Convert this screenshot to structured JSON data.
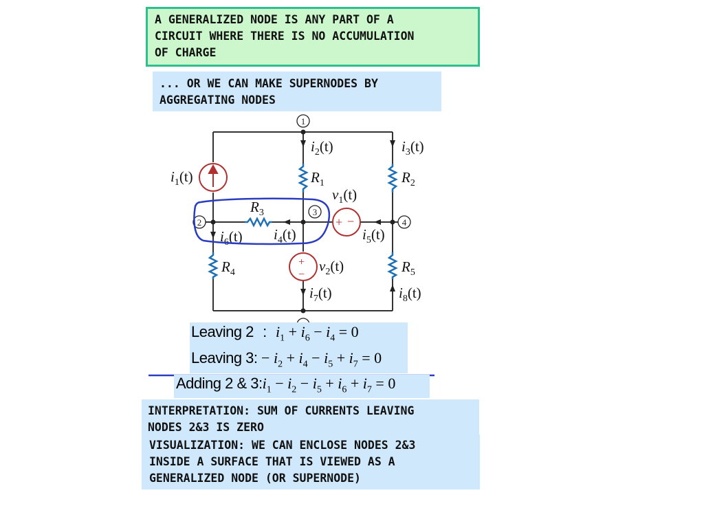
{
  "definition_text": "A GENERALIZED NODE IS ANY PART OF A\nCIRCUIT WHERE THERE IS NO ACCUMULATION\nOF CHARGE",
  "supernode_text": "... OR WE CAN MAKE SUPERNODES BY\nAGGREGATING NODES",
  "circuit": {
    "nodes": [
      "1",
      "2",
      "3",
      "4"
    ],
    "resistors": [
      "R",
      "R",
      "R",
      "R",
      "R"
    ],
    "resistor_subs": [
      "1",
      "2",
      "3",
      "4",
      "5"
    ],
    "currents": [
      "i",
      "i",
      "i",
      "i",
      "i",
      "i",
      "i",
      "i"
    ],
    "current_subs": [
      "1",
      "2",
      "3",
      "4",
      "5",
      "6",
      "7",
      "8"
    ],
    "voltages": [
      "v",
      "v"
    ],
    "voltage_subs": [
      "1",
      "2"
    ],
    "arg": "(t)"
  },
  "equations": {
    "leaving2_label": "Leaving 2",
    "leaving2_colon": ":",
    "leaving3_label": "Leaving 3",
    "leaving3_colon": ":",
    "adding_label": "Adding 2 & 3",
    "adding_colon": ":",
    "eq1": [
      "i",
      "1",
      " + ",
      "i",
      "6",
      " − ",
      "i",
      "4",
      " = 0"
    ],
    "eq2": [
      " − ",
      "i",
      "2",
      " + ",
      "i",
      "4",
      " − ",
      "i",
      "5",
      " + ",
      "i",
      "7",
      " = 0"
    ],
    "eq3": [
      "i",
      "1",
      " − ",
      "i",
      "2",
      " − ",
      "i",
      "5",
      " + ",
      "i",
      "6",
      " + ",
      "i",
      "7",
      " = 0"
    ]
  },
  "interpretation_text": "INTERPRETATION: SUM OF CURRENTS LEAVING\nNODES 2&3 IS ZERO",
  "visualization_text": "VISUALIZATION: WE CAN ENCLOSE NODES 2&3\nINSIDE A SURFACE THAT IS VIEWED AS A\nGENERALIZED NODE (OR SUPERNODE)",
  "colors": {
    "wire": "#333333",
    "resistor": "#1f6fb4",
    "source": "#b03030",
    "supernode_outline": "#2a3cbf",
    "box_green": "#ccf7cc",
    "box_green_border": "#2fbf8f",
    "box_blue": "#cfe8fb"
  }
}
